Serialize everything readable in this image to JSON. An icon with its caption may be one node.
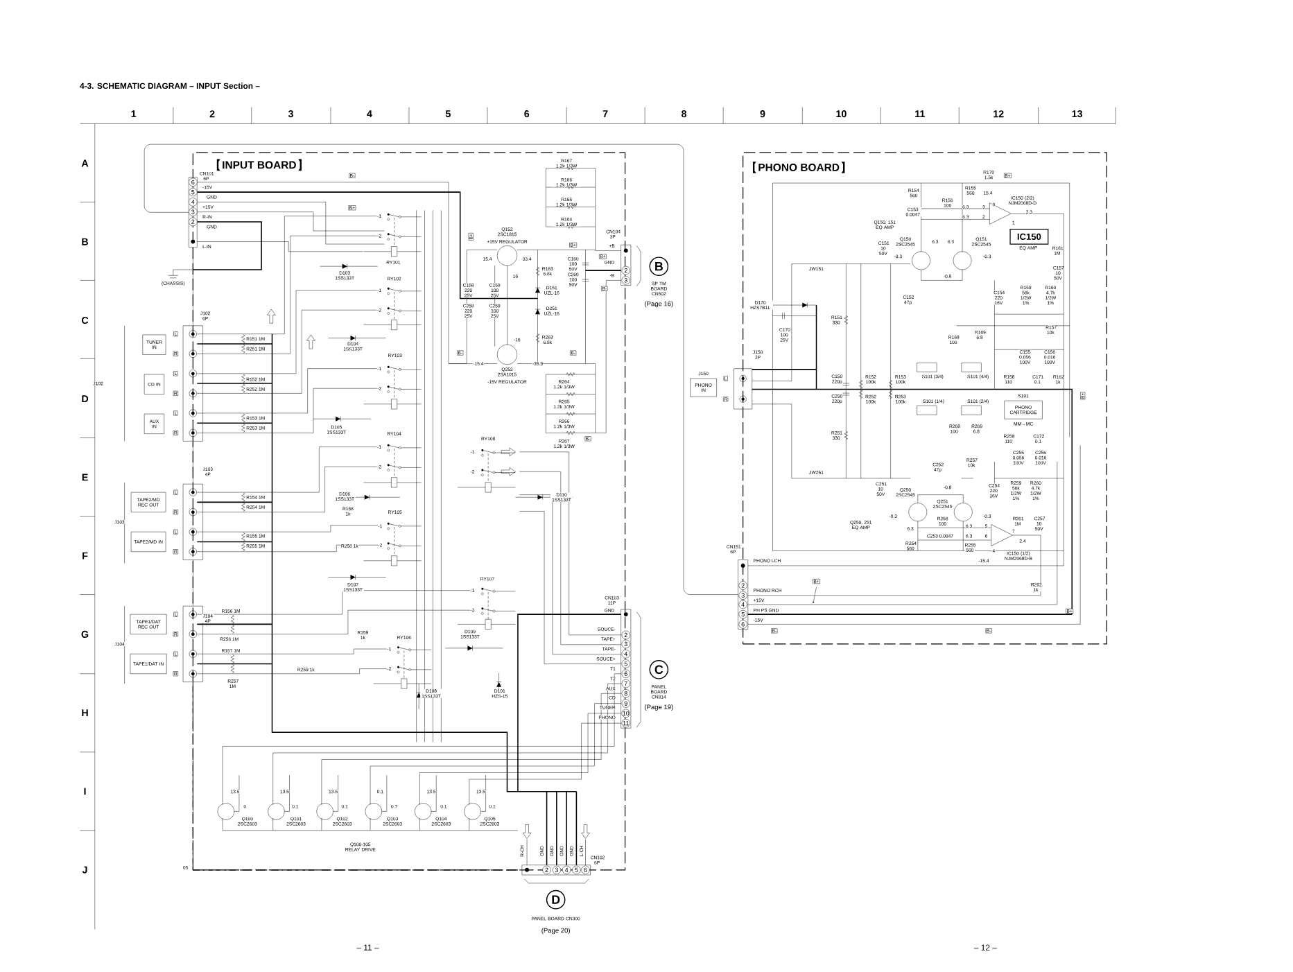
{
  "diagram": {
    "title": "4-3. SCHEMATIC DIAGRAM – INPUT Section –",
    "nodes": [
      {
        "text": [
          "INPUT BOARD"
        ]
      },
      {
        "text": [
          "PHONO BOARD"
        ]
      },
      {
        "text": [
          "TUNER IN"
        ]
      },
      {
        "text": [
          "CD IN"
        ]
      },
      {
        "text": [
          "AUX IN"
        ]
      },
      {
        "text": [
          "TAPE2/MD REC OUT"
        ]
      },
      {
        "text": [
          "TAPE2/MD IN"
        ]
      },
      {
        "text": [
          "TAPE1/DAT REC OUT"
        ]
      },
      {
        "text": [
          "TAPE1/DAT IN"
        ]
      },
      {
        "text": [
          "B"
        ],
        "beside": [
          "SP TM BOARD CN502",
          "(Page 16)"
        ]
      },
      {
        "text": [
          "C"
        ],
        "beside": [
          "PANEL BOARD CN814",
          "(Page 19)"
        ]
      },
      {
        "text": [
          "D"
        ],
        "beside": [
          "PANEL BOARD CN300",
          "(Page 20)"
        ]
      },
      {
        "text": [
          "IC150"
        ],
        "in": 1
      },
      {
        "text": [
          "S101",
          "PHONO CARTRIDGE"
        ],
        "beside": [
          "MM→MC"
        ],
        "in": 1
      },
      {
        "text": [
          "J150",
          "PHONO IN"
        ]
      },
      {
        "text": [],
        "shape": "bar",
        "beside": [
          "CN101 6P"
        ]
      },
      {
        "text": [],
        "shape": "bar",
        "beside": [
          "CN151 6P"
        ]
      }
    ],
    "edges": [
      {
        "from": 15,
        "to": 16,
        "arrow": "none"
      }
    ],
    "labels": [
      "1",
      "2",
      "3",
      "4",
      "5",
      "6",
      "7",
      "8",
      "9",
      "10",
      "11",
      "12",
      "13",
      "A",
      "B",
      "C",
      "D",
      "E",
      "F",
      "G",
      "H",
      "I",
      "J",
      "– 11 –",
      "– 12 –",
      "-15V",
      "GND",
      "+15V",
      "R-IN",
      "GND",
      "L-IN",
      "(CHASSIS)",
      "J102 6P",
      "J102",
      "J103",
      "J104",
      "J103 4P",
      "J104 4P",
      "L",
      "R",
      "L",
      "R",
      "L",
      "R",
      "L",
      "R",
      "L",
      "R",
      "L",
      "R",
      "L",
      "R",
      "R151 1M",
      "R251 1M",
      "R152 1M",
      "R252 1M",
      "R153 1M",
      "R253 1M",
      "R154 1M",
      "R254 1M",
      "R155 1M",
      "R255 1M",
      "R156 1M",
      "R256 1M",
      "R157 1M",
      "R257 1M",
      "RY101",
      "-1",
      "-2",
      "RY102",
      "-1",
      "-2",
      "RY103",
      "-1",
      "-2",
      "RY104",
      "-1",
      "-2",
      "RY105",
      "-1",
      "-2",
      "RY106",
      "-1",
      "-2",
      "RY107",
      "-1",
      "-2",
      "RY108",
      "-1",
      "-2",
      "D103 1SS133T",
      "D104 1SS133T",
      "D105 1SS133T",
      "D106 1SS133T",
      "D107 1SS133T",
      "D108 1SS133T",
      "D109 1SS133T",
      "D110 1SS133T",
      "D101 HZS-15",
      "R158 1k",
      "R258 1k",
      "R159 1k",
      "R259 1k",
      "Q152 2SC1815",
      "+15V REGULATOR",
      "15.4",
      "33.4",
      "16",
      "R163 6.8k",
      "C158 220 25V",
      "C159 100 25V",
      "D151 UZL-16",
      "C258 220 25V",
      "C259 100 25V",
      "D251 UZL-16",
      "-16",
      "R263 6.8k",
      "-15.4",
      "-35.9",
      "Q252 2SA1015",
      "-15V REGULATOR",
      "C160 100 50V",
      "C260 100 50V",
      "R167 1.2k 1/3W",
      "R166 1.2k 1/3W",
      "R165 1.2k 1/3W",
      "R164 1.2k 1/3W",
      "R264 1.2k 1/3W",
      "R265 1.2k 1/3W",
      "R266 1.2k 1/3W",
      "R267 1.2k 1/3W",
      "CN104 3P",
      "+B",
      "GND",
      "-B",
      "CN103 11P",
      "GND",
      "SOUCE-",
      "TAPE+",
      "TAPE-",
      "SOUCE+",
      "T1",
      "T2",
      "AUX",
      "CD",
      "TUNER",
      "PHONO",
      "13.5",
      "0",
      "Q100 2SC2603",
      "13.5",
      "0.1",
      "Q101 2SC2603",
      "13.5",
      "0.1",
      "Q102 2SC2603",
      "0.1",
      "0.7",
      "Q103 2SC2603",
      "13.5",
      "0.1",
      "Q104 2SC2603",
      "13.5",
      "0.1",
      "Q105 2SC2603",
      "Q100-105 RELAY DRIVE",
      "05",
      "R-CH",
      "GND",
      "GND",
      "GND",
      "GND",
      "L-CH",
      "CN102 6P",
      "B-",
      "B+",
      "B+",
      "B+",
      "B+",
      "B-",
      "B-",
      "B-",
      "B-",
      "R170 1.5k",
      "B+",
      "R154 560",
      "R155 560",
      "15.4",
      "IC150 (2/2) NJM2068D-D",
      "8",
      "C153 0.0047",
      "R156 100",
      "6.3",
      "3",
      "6.3",
      "2",
      "2.3",
      "1",
      "Q150, 151 EQ AMP",
      "EQ AMP",
      "Q150 2SC2545",
      "Q151 2SC2545",
      "6.3",
      "6.3",
      "R161 1M",
      "C151 10 50V",
      "-0.3",
      "-0.3",
      "JW151",
      "-0.8",
      "C157 10 50V",
      "C152 47p",
      "D170 HZS7B1L",
      "C170 100 25V",
      "C154 220 16V",
      "R159 56k 1/2W 1%",
      "R160 4.7k 1/2W 1%",
      "R157 10k",
      "R151 330",
      "R168 100",
      "R169 6.8",
      "C155 0.056 100V",
      "C156 0.016 100V",
      "J150 2P",
      "S101 (3/4)",
      "S101 (4/4)",
      "C150 220p",
      "R152 100k",
      "R153 100k",
      "R158 110",
      "C171 0.1",
      "R162 1k",
      "C250 220p",
      "R252 100k",
      "R253 100k",
      "S101 (1/4)",
      "S101 (2/4)",
      "R268 100",
      "R269 6.8",
      "R251 330",
      "R258 110",
      "C172 0.1",
      "L",
      "R",
      "JW251",
      "C252 47p",
      "R257 10k",
      "C255 0.056 100V",
      "C256 0.016 100V",
      "C251 10 50V",
      "Q250 2SC2545",
      "Q251 2SC2545",
      "-0.8",
      "C254 220 16V",
      "R259 56k 1/2W 1%",
      "R260 4.7k 1/2W 1%",
      "-0.3",
      "-0.3",
      "Q250, 251 EQ AMP",
      "6.3",
      "R256 100",
      "6.3",
      "5",
      "7",
      "R261 1M",
      "C257 10 50V",
      "C253 0.0047",
      "6.3",
      "6",
      "2.4",
      "R254 560",
      "R255 560",
      "4",
      "PHONO LCH",
      "-15.4",
      "IC150 (1/2) NJM2068D-B",
      "PHONO RCH",
      "+15V",
      "PH PS GND",
      "-15V",
      "R262 1k",
      "B+",
      "B+",
      "B-",
      "B-",
      "B+",
      "6",
      "5",
      "4",
      "3",
      "2",
      "2",
      "3",
      "2",
      "3",
      "4",
      "5",
      "6",
      "7",
      "8",
      "9",
      "10",
      "11",
      "2",
      "3",
      "4",
      "5",
      "6",
      "2",
      "3",
      "4",
      "5",
      "6"
    ]
  }
}
